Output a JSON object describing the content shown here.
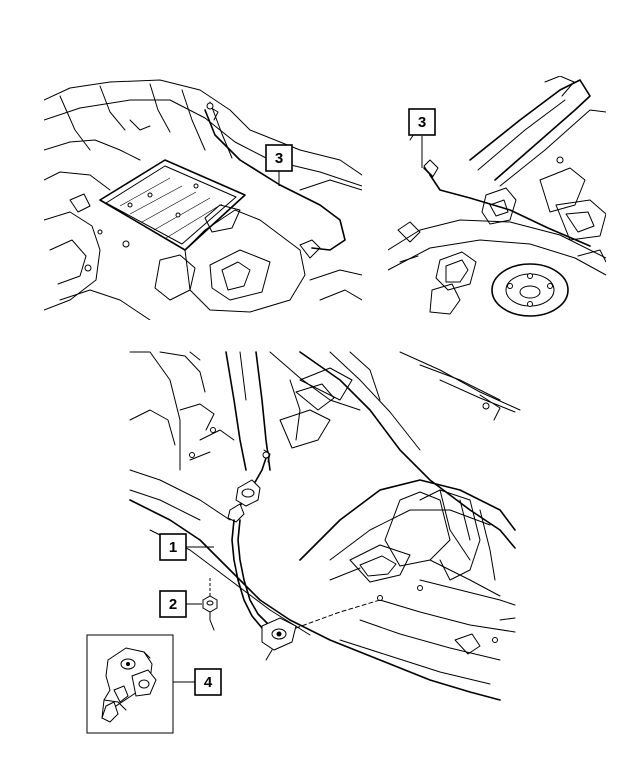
{
  "callouts": {
    "c1": "1",
    "c2": "2",
    "c3a": "3",
    "c3b": "3",
    "c4": "4"
  },
  "colors": {
    "line": "#000000",
    "background": "#ffffff"
  },
  "icons": {
    "battery_ground_cable": "ground-cable-illustration",
    "nut": "hex-nut-illustration",
    "clip": "cable-clip-illustration"
  }
}
